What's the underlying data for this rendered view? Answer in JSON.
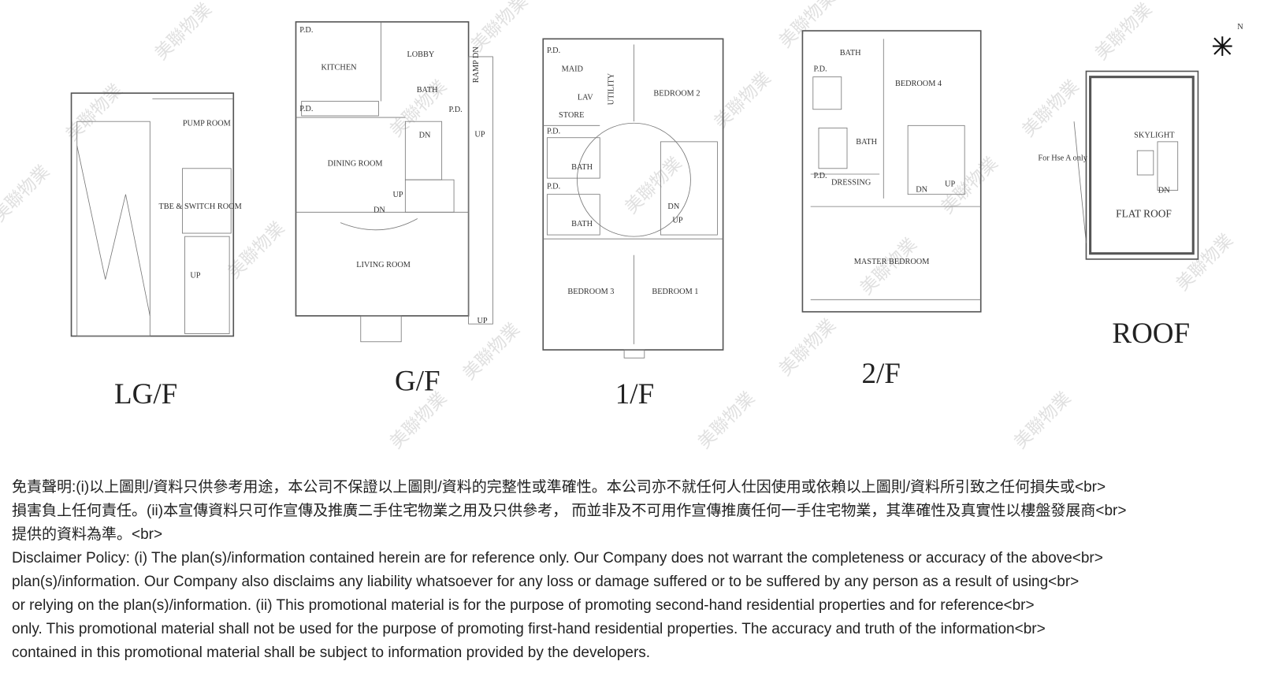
{
  "watermark": "美聯物業",
  "north_label": "N",
  "floors": [
    {
      "title": "LG/F",
      "labels": [
        "PUMP ROOM",
        "TBE & SWITCH ROOM",
        "UP"
      ]
    },
    {
      "title": "G/F",
      "labels": [
        "KITCHEN",
        "LOBBY",
        "BATH",
        "RAMP DN",
        "DN",
        "UP",
        "DINING ROOM",
        "UP",
        "DN",
        "LIVING ROOM",
        "UP",
        "P.D.",
        "P.D.",
        "P.D."
      ]
    },
    {
      "title": "1/F",
      "labels": [
        "MAID",
        "LAV",
        "UTILITY",
        "STORE",
        "BEDROOM 2",
        "BATH",
        "BATH",
        "DN",
        "UP",
        "BEDROOM 3",
        "BEDROOM 1",
        "P.D.",
        "P.D.",
        "P.D."
      ]
    },
    {
      "title": "2/F",
      "labels": [
        "BATH",
        "BEDROOM 4",
        "BATH",
        "DRESSING",
        "DN",
        "UP",
        "MASTER BEDROOM",
        "P.D.",
        "P.D."
      ]
    },
    {
      "title": "ROOF",
      "labels": [
        "SKYLIGHT",
        "For Hse A only",
        "DN",
        "FLAT ROOF"
      ]
    }
  ],
  "disclaimer": {
    "lines": [
      "免責聲明:(i)以上圖則/資料只供參考用途，本公司不保證以上圖則/資料的完整性或準確性。本公司亦不就任何人仕因使用或依賴以上圖則/資料所引致之任何損失或<br>",
      "損害負上任何責任。(ii)本宣傳資料只可作宣傳及推廣二手住宅物業之用及只供參考， 而並非及不可用作宣傳推廣任何一手住宅物業，其準確性及真實性以樓盤發展商<br>",
      "提供的資料為準。<br>",
      "Disclaimer Policy: (i) The plan(s)/information contained herein are for reference only. Our Company does not warrant the completeness or accuracy of the above<br>",
      "plan(s)/information. Our Company also disclaims any liability whatsoever for any loss or damage suffered or to be suffered by any person as a result of using<br>",
      "or relying on the plan(s)/information. (ii) This promotional material is for the purpose of promoting second-hand residential properties and for reference<br>",
      "only. This promotional material shall not be used for the purpose of promoting first-hand residential properties. The accuracy and truth of the information<br>",
      "contained in this promotional material shall be subject to information provided by the developers."
    ]
  }
}
